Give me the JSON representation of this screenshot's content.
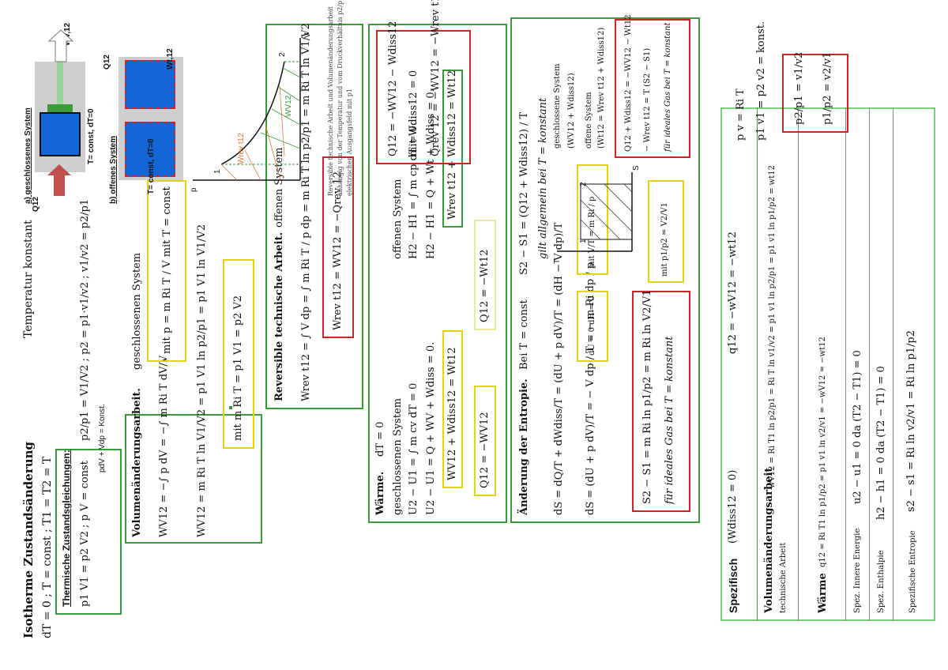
{
  "header": {
    "title": "Isotherme Zustandsänderung",
    "subtitle": "Temperatur konstant",
    "conditions": "dT = 0 ;    T = const ;    T1 = T2 = T"
  },
  "thermal": {
    "heading": "Thermische Zustandsgleichungen:",
    "line1": "p1 V1 = p2 V2 ;        p V = const",
    "line2": "pdV + Vdp = Konst.",
    "ratios": "p2/p1 = V1/V2 ;  p2 = p1·v1/v2 ;   v1/v2 = p2/p1"
  },
  "volume_work": {
    "heading": "Volumenänderungsarbeit.",
    "system": "geschlossenen  System",
    "eq1": "WV12 = −∫ p dV = −∫ m Ri T dV/V",
    "eq2": "WV12 = m Ri T ln V1/V2 = p1 V1 ln p2/p1 = p1 V1 ln V1/V2",
    "yellow1": "mit p = m Ri T / V      mit T = const",
    "yellow2": "mit  m Ri T = p1 V1 = p2 V2"
  },
  "reversible": {
    "heading": "Reversible technische Arbeit.",
    "system": "offenen System",
    "eq1": "Wrev t12 = ∫ V dp = ∫ m Ri T / p dp = m Ri T ln p2/p1 = m Ri T ln V1/V2",
    "red": "Wrev t12 = WV12 = −Qrev 12"
  },
  "heat": {
    "heading": "Wärme.",
    "dT": "dT = 0",
    "closed": "geschlossenen  System",
    "open": "offenen System",
    "c1": "U2 − U1 = ∫ m cv dT = 0",
    "c2": "U2 − U1 = Q + WV + Wdiss = 0.",
    "o1": "H2 − H1 = ∫ m cp dT = 0.",
    "o2": "H2 − H1 = Q + Wt + Wdiss = 0.",
    "yc": "WV12 + Wdiss12 = Wt12",
    "yo": "Wrev t12 + Wdiss12 = Wt12",
    "q1": "Q12 = −WV12",
    "q2": "Q12 = −Wt12",
    "red1": "Q12 = −WV12 − Wdiss12",
    "red2": "mit Wdiss12 = 0",
    "red3": "Qrev 12 = −WV12 = −Wrev t12"
  },
  "entropy": {
    "heading": "Änderung der Entropie.",
    "cond": "Bei T = const",
    "eq0": "S2 − S1 = (Q12 + Wdiss12) / T",
    "general": "gilt allgemein bei T = konstant",
    "ds1": "dS = dQ/T + dWdiss/T = (dU + p dV)/T = (dH − V dp)/T",
    "ds2": "dS = (dU + p dV)/T = − V dp / T = − m Ri dp / p",
    "yd": "dU = 0   dH = 0",
    "ym": "mit V/T = m Ri / p",
    "res": "S2 − S1 = m Ri ln p1/p2 = m Ri ln V2/V1",
    "ideal": "für ideales Gas bei T = konstant",
    "yp": "mit p1/p2 = V2/V1",
    "closed_label": "geschlossene System",
    "closed_eq": "(WV12 + Wdiss12)",
    "open_label": "offene System",
    "open_eq": "(Wt12 = Wrev t12 + Wdiss12)",
    "red1": "Q12 + Wdiss12 = −WV12 − Wt12",
    "red2": "− Wrev t12 = T (S2 − S1)",
    "red3": "für ideales Gas bei T = konstant"
  },
  "specific": {
    "heading": "Spezifisch",
    "wdiss": "(Wdiss12 = 0)",
    "q12": "q12 = −wV12 = −wt12",
    "vol_label": "Volumenänderungsarbeit",
    "tech_label": "technische Arbeit",
    "vol_eq": "wV12 = Ri T1 ln p2/p1 = Ri T ln v1/v2 = p1 v1 ln p2/p1 = p1 v1 ln p1/p2 = wt12",
    "heat_label": "Wärme",
    "heat_eq": "q12 = Ri T1 ln p1/p2 = p1 v1 ln v2/v1 = −wV12 = −wt12",
    "u_label": "Spez. Innere Energie",
    "u_eq": "u2 − u1 = 0  da  (T2 − T1) = 0",
    "h_label": "Spez. Enthalpie",
    "h_eq": "h2 − h1 = 0  da  (T2 − T1) = 0",
    "s_label": "Spezifische Entropie",
    "s_eq": "s2 − s1 = Ri ln v2/v1 = Ri ln p1/p2"
  },
  "gas": {
    "eq1": "p v = Ri T",
    "eq2": "p1 v1 = p2 v2 = konst.",
    "r1": "p2/p1 = v1/v2",
    "r2": "p1/p2 = v2/v1"
  },
  "figure": {
    "label_a": "a) geschlossenes System",
    "label_b": "b) offenes System",
    "tconst_a": "T= const, dT=0",
    "tconst_b": "T= const, dT=0",
    "q12": "Q12",
    "q12b": "Q12",
    "wv12": "WV,12",
    "wt12": "Wt,12",
    "pv_p": "p",
    "pv_v": "V",
    "pv_1": "1",
    "pv_2": "2",
    "pv_wv": "WV12",
    "pv_wt": "Wrev t12",
    "note1": "Reversible technische Arbeit und Volumenänderungsarbeit",
    "note2": "abhängig von der Temperatur und vom Druckverhältnis p2/p1 im",
    "note3": "elektrischen Ausgangsfeld mit p1",
    "ts_t": "T",
    "ts_s": "S",
    "ts_1": "1",
    "ts_2": "2"
  },
  "colors": {
    "green": "#3a9a3a",
    "yellow": "#e6d21a",
    "red": "#c62828",
    "blue": "#1466d6"
  }
}
